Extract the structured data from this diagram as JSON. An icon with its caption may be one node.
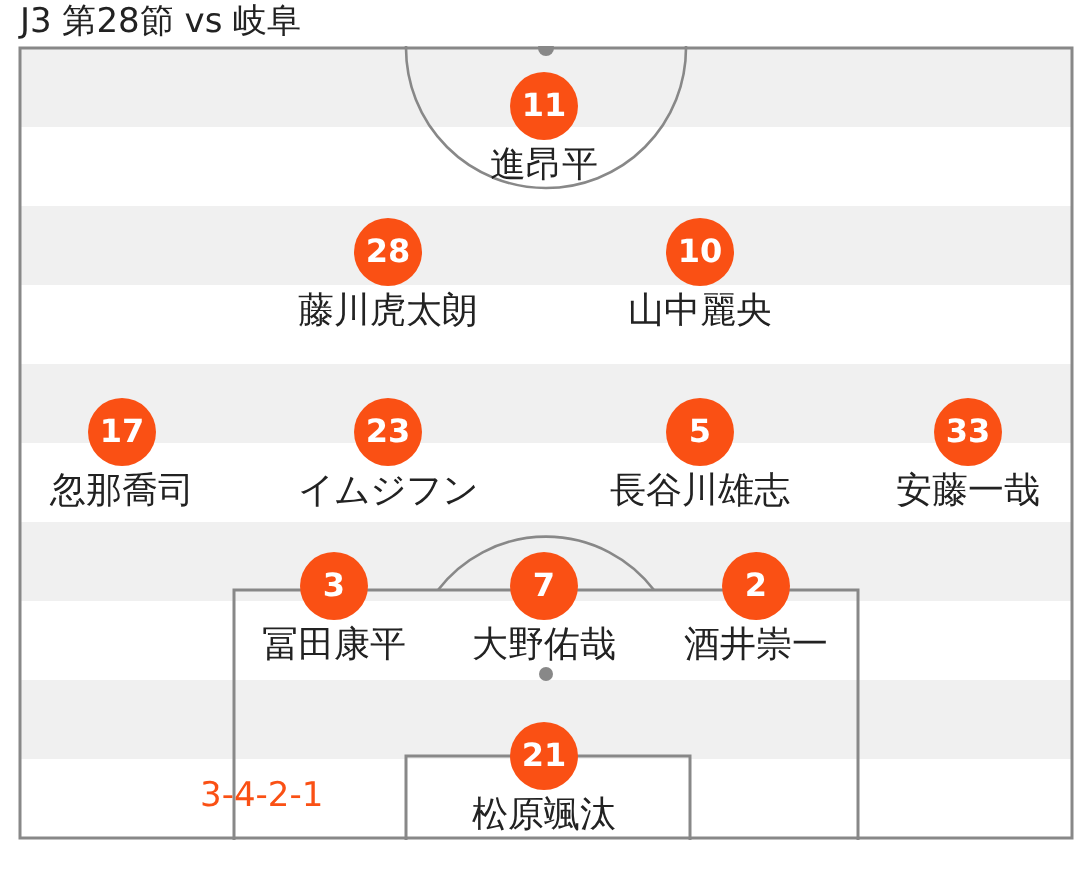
{
  "diagram": {
    "title": "J3 第28節 vs 岐阜",
    "nodes": [
      {
        "text": [
          "11"
        ],
        "beside": [
          "進昂平"
        ]
      },
      {
        "text": [
          "28"
        ],
        "beside": [
          "藤川虎太朗"
        ]
      },
      {
        "text": [
          "10"
        ],
        "beside": [
          "山中麗央"
        ]
      },
      {
        "text": [
          "17"
        ],
        "beside": [
          "忽那喬司"
        ]
      },
      {
        "text": [
          "23"
        ],
        "beside": [
          "イムジフン"
        ]
      },
      {
        "text": [
          "5"
        ],
        "beside": [
          "長谷川雄志"
        ]
      },
      {
        "text": [
          "33"
        ],
        "beside": [
          "安藤一哉"
        ]
      },
      {
        "text": [
          "3"
        ],
        "beside": [
          "冨田康平"
        ]
      },
      {
        "text": [
          "7"
        ],
        "beside": [
          "大野佑哉"
        ]
      },
      {
        "text": [
          "2"
        ],
        "beside": [
          "酒井崇一"
        ]
      },
      {
        "text": [
          "21"
        ],
        "beside": [
          "松原颯汰"
        ]
      }
    ],
    "labels": [
      "3-4-2-1"
    ]
  }
}
